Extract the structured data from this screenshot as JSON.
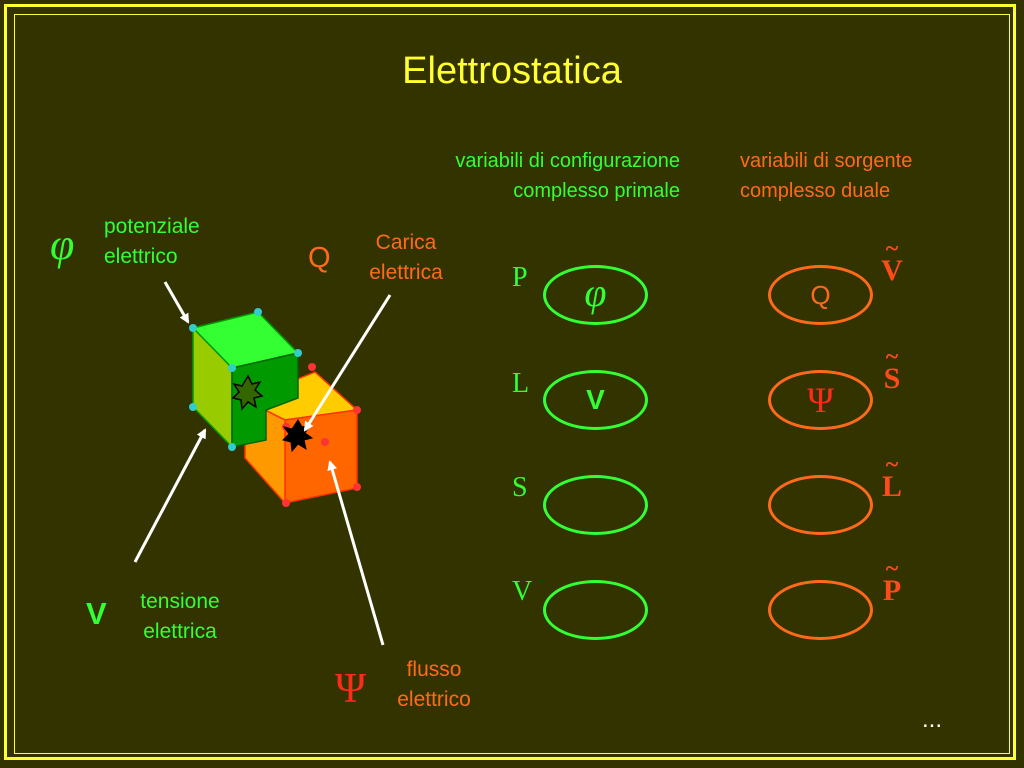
{
  "title": "Elettrostatica",
  "headers": {
    "primal_line1": "variabili di configurazione",
    "primal_line2": "complesso primale",
    "dual_line1": "variabili di sorgente",
    "dual_line2": "complesso duale"
  },
  "labels": {
    "phi_symbol": "φ",
    "potential_line1": "potenziale",
    "potential_line2": "elettrico",
    "Q_symbol": "Q",
    "charge_line1": "Carica",
    "charge_line2": "elettrica",
    "V_symbol": "V",
    "voltage_line1": "tensione",
    "voltage_line2": "elettrica",
    "psi_symbol": "Ψ",
    "flux_line1": "flusso",
    "flux_line2": "elettrico"
  },
  "primal_rows": [
    {
      "letter": "P",
      "symbol": "φ"
    },
    {
      "letter": "L",
      "symbol": "V"
    },
    {
      "letter": "S",
      "symbol": ""
    },
    {
      "letter": "V",
      "symbol": ""
    }
  ],
  "dual_rows": [
    {
      "letter": "V",
      "symbol": "Q"
    },
    {
      "letter": "S",
      "symbol": "Ψ"
    },
    {
      "letter": "L",
      "symbol": ""
    },
    {
      "letter": "P",
      "symbol": ""
    }
  ],
  "tilde": "~",
  "ellipsis": "...",
  "colors": {
    "background": "#333300",
    "frame": "#ffff33",
    "primal": "#33ff33",
    "dual": "#ff6a1a"
  }
}
